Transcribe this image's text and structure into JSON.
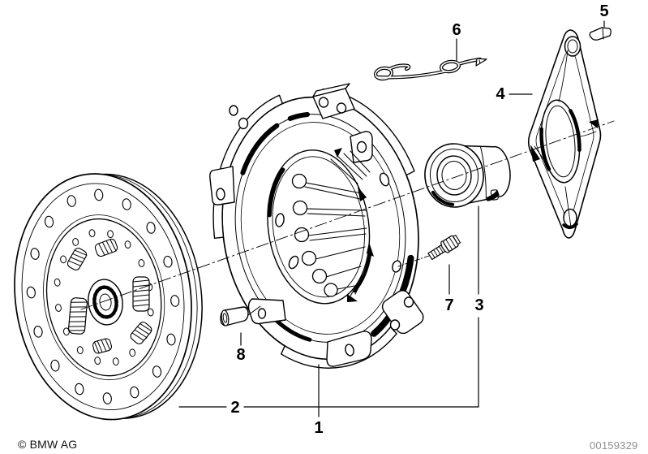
{
  "colors": {
    "ink": "#000000",
    "paper": "#ffffff",
    "image_number_gray": "#8f8f8f"
  },
  "callouts": [
    {
      "label": "1"
    },
    {
      "label": "2"
    },
    {
      "label": "3"
    },
    {
      "label": "4"
    },
    {
      "label": "5"
    },
    {
      "label": "6"
    },
    {
      "label": "7"
    },
    {
      "label": "8"
    }
  ],
  "footer": {
    "copyright": "© BMW AG",
    "image_number": "00159329"
  }
}
